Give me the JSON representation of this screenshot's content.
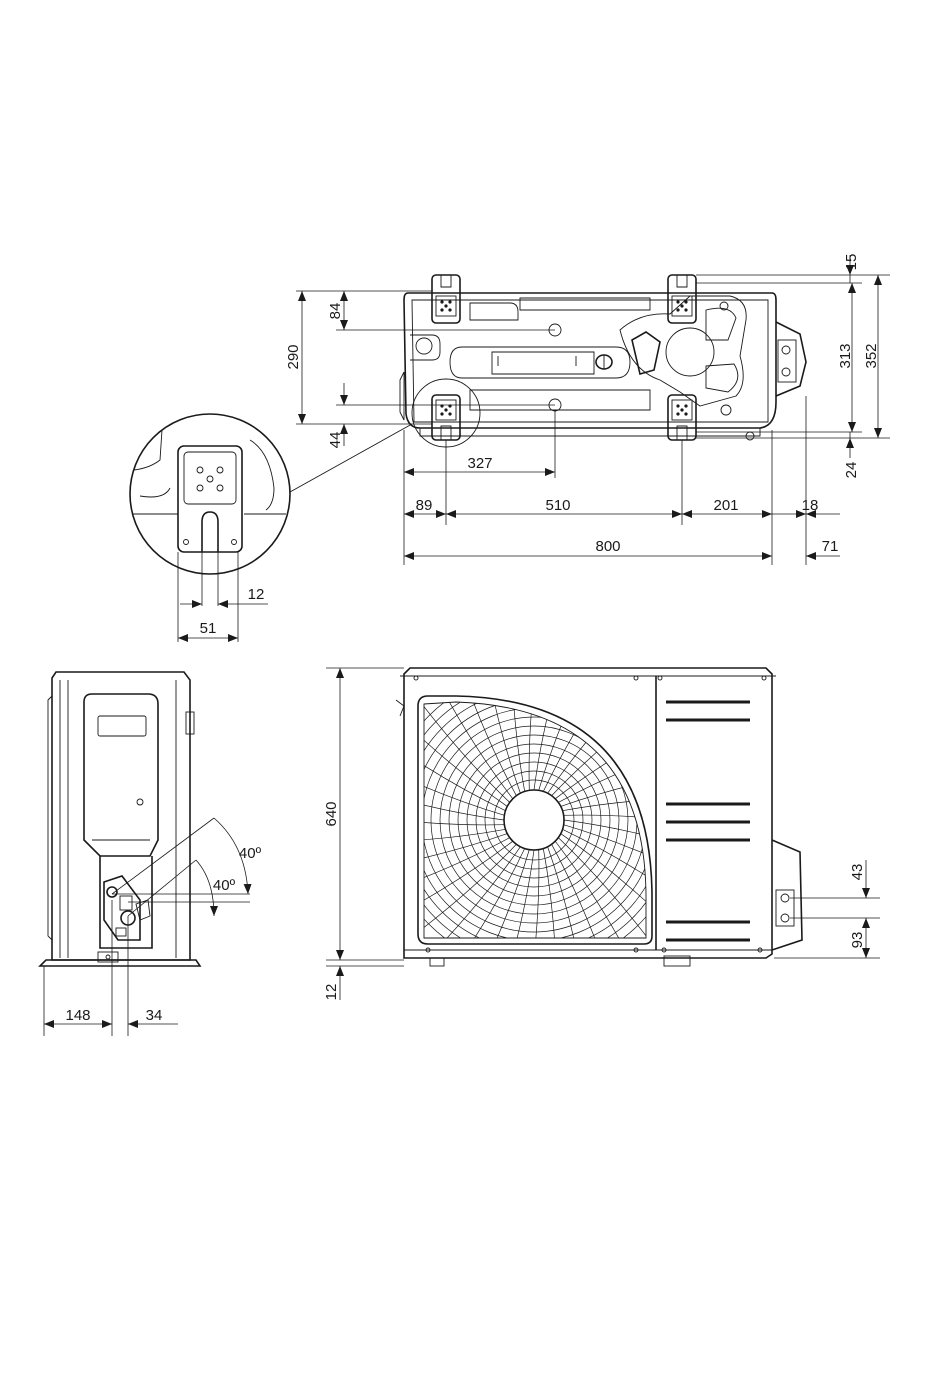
{
  "top_view": {
    "dims": {
      "d15": "15",
      "d313": "313",
      "d352": "352",
      "d24": "24",
      "d84": "84",
      "d290": "290",
      "d44": "44",
      "d327": "327",
      "d89": "89",
      "d510": "510",
      "d201": "201",
      "d18": "18",
      "d800": "800",
      "d71": "71"
    }
  },
  "detail": {
    "dims": {
      "d12": "12",
      "d51": "51"
    }
  },
  "side_view": {
    "dims": {
      "angle_outer": "40º",
      "angle_inner": "40º",
      "d148": "148",
      "d34": "34"
    }
  },
  "front_view": {
    "dims": {
      "d640": "640",
      "d12": "12",
      "d43": "43",
      "d93": "93"
    }
  },
  "colors": {
    "line": "#1a1a1a",
    "background": "#ffffff"
  }
}
